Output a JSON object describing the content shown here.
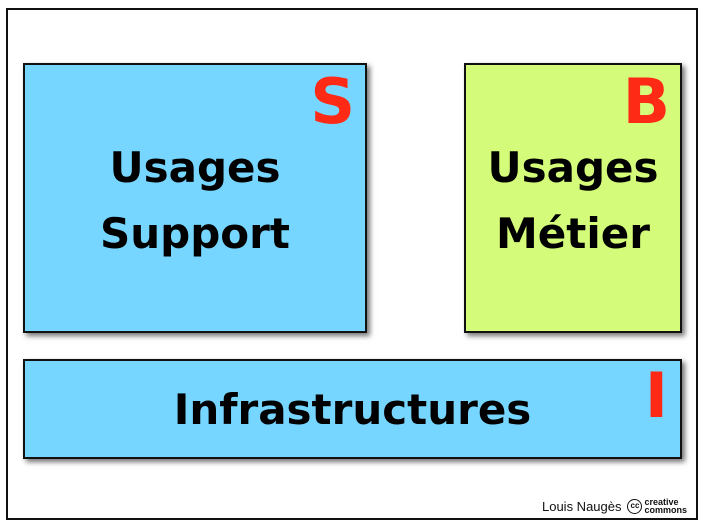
{
  "boxes": {
    "support": {
      "letter": "S",
      "lines": [
        "Usages",
        "Support"
      ],
      "color": "#76d6ff"
    },
    "metier": {
      "letter": "B",
      "lines": [
        "Usages",
        "Métier"
      ],
      "color": "#d4fb79"
    },
    "infra": {
      "letter": "I",
      "label": "Infrastructures",
      "color": "#76d6ff"
    }
  },
  "accent_color": "#ff2a16",
  "footer": {
    "author": "Louis Naugès",
    "license_icon": "creative-commons-icon",
    "license_badge": "cc",
    "license_line1": "creative",
    "license_line2": "commons"
  }
}
